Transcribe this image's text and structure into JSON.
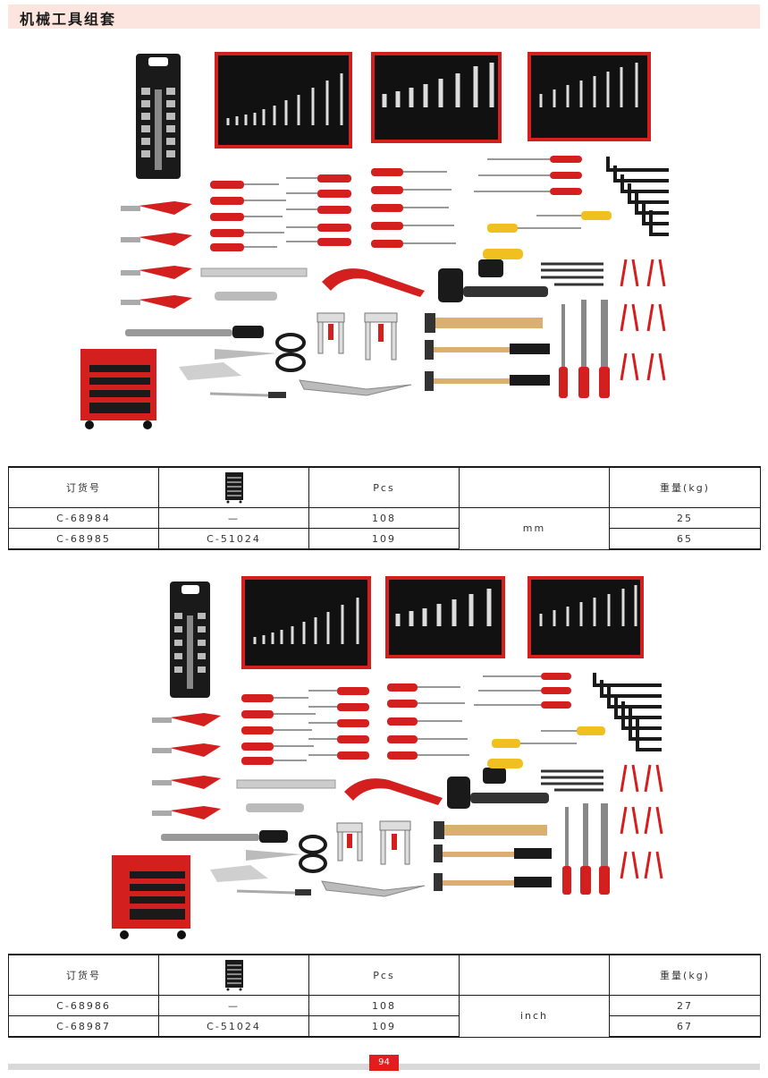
{
  "page": {
    "title": "机械工具组套",
    "page_number": "94"
  },
  "tables": [
    {
      "headers": {
        "order_no": "订货号",
        "cabinet_icon": "tool-cabinet-icon",
        "pcs": "Pcs",
        "unit": "",
        "weight": "重量(kg)"
      },
      "rows": [
        {
          "order_no": "C-68984",
          "cabinet": "—",
          "pcs": "108",
          "weight": "25"
        },
        {
          "order_no": "C-68985",
          "cabinet": "C-51024",
          "pcs": "109",
          "weight": "65"
        }
      ],
      "unit_value": "mm"
    },
    {
      "headers": {
        "order_no": "订货号",
        "cabinet_icon": "tool-cabinet-icon",
        "pcs": "Pcs",
        "unit": "",
        "weight": "重量(kg)"
      },
      "rows": [
        {
          "order_no": "C-68986",
          "cabinet": "—",
          "pcs": "108",
          "weight": "27"
        },
        {
          "order_no": "C-68987",
          "cabinet": "C-51024",
          "pcs": "109",
          "weight": "67"
        }
      ],
      "unit_value": "inch"
    }
  ],
  "colors": {
    "accent_red": "#e11d1d",
    "title_bg": "#fbe5de",
    "panel_black": "#111111",
    "handle_red": "#d41f1f"
  }
}
